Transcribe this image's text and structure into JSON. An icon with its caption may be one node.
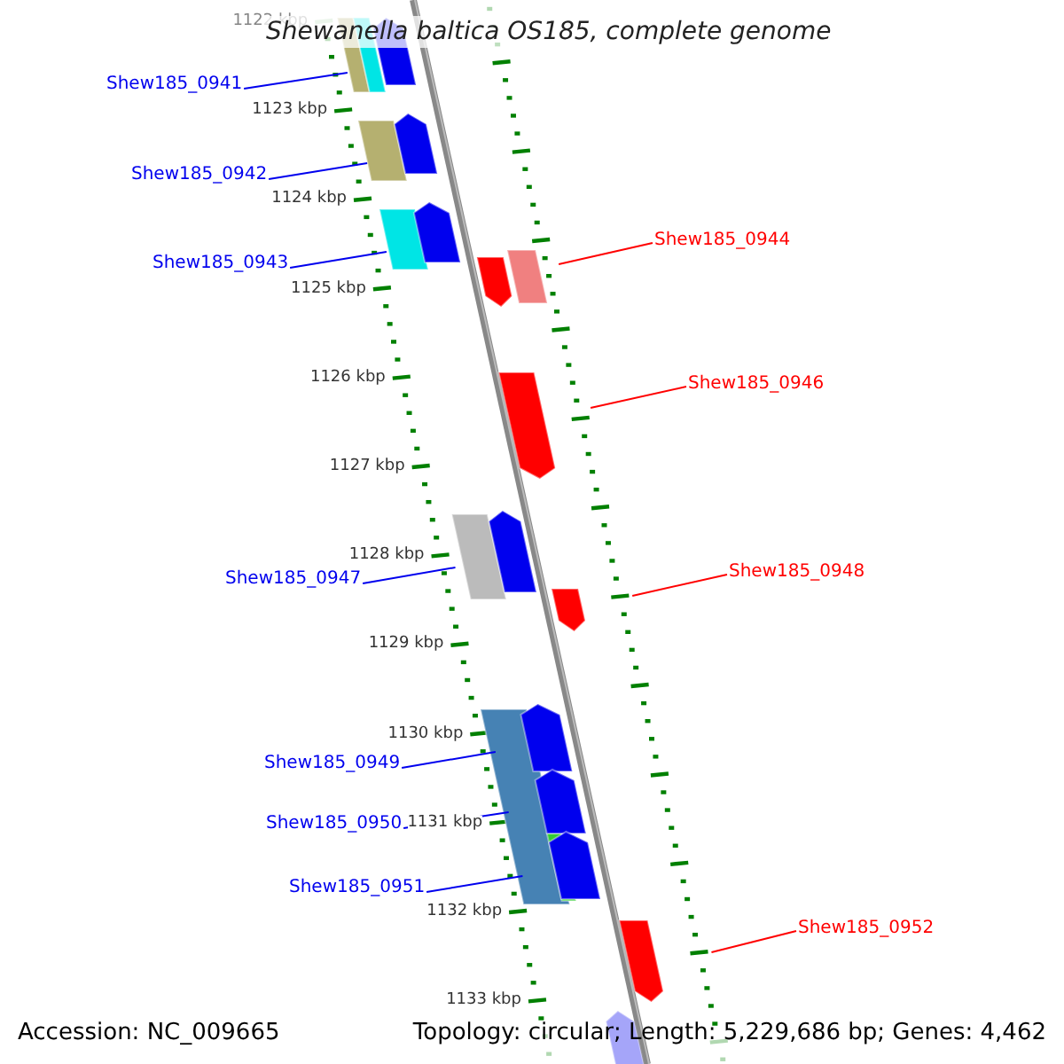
{
  "diagram": {
    "title": "Shewanella baltica OS185, complete genome",
    "nodes": [
      {
        "text": [
          "Shew185_0941"
        ]
      },
      {
        "text": [
          "Shew185_0942"
        ]
      },
      {
        "text": [
          "Shew185_0944"
        ]
      },
      {
        "text": [
          "Shew185_0943"
        ]
      },
      {
        "text": [
          "Shew185_0946"
        ]
      },
      {
        "text": [
          "Shew185_0948"
        ]
      },
      {
        "text": [
          "Shew185_0947"
        ]
      },
      {
        "text": [
          "Shew185_0949"
        ]
      },
      {
        "text": [
          "Shew185_0950"
        ]
      },
      {
        "text": [
          "Shew185_0951"
        ]
      },
      {
        "text": [
          "Shew185_0952"
        ]
      }
    ],
    "edges": [
      {
        "from": 0,
        "to": null,
        "arrow": "none"
      },
      {
        "from": 1,
        "to": null,
        "arrow": "none"
      },
      {
        "from": 2,
        "to": null,
        "arrow": "none",
        "color": "#ff0000"
      },
      {
        "from": 3,
        "to": null,
        "arrow": "none"
      },
      {
        "from": 4,
        "to": null,
        "arrow": "none",
        "color": "#ff0000"
      },
      {
        "from": 5,
        "to": null,
        "arrow": "none",
        "color": "#ff0000"
      },
      {
        "from": 6,
        "to": null,
        "arrow": "none"
      },
      {
        "from": 7,
        "to": null,
        "arrow": "none"
      },
      {
        "from": 8,
        "to": null,
        "arrow": "none"
      },
      {
        "from": 9,
        "to": null,
        "arrow": "none"
      },
      {
        "from": 10,
        "to": null,
        "arrow": "none",
        "color": "#ff0000"
      }
    ],
    "labels": [
      "1122 kbp",
      "1123 kbp",
      "1124 kbp",
      "1125 kbp",
      "1126 kbp",
      "1127 kbp",
      "1128 kbp",
      "1129 kbp",
      "1130 kbp",
      "1131 kbp",
      "1132 kbp",
      "1133 kbp",
      "Accession: NC_009665",
      "Topology: circular; Length: 5,229,686 bp; Genes: 4,462"
    ]
  }
}
